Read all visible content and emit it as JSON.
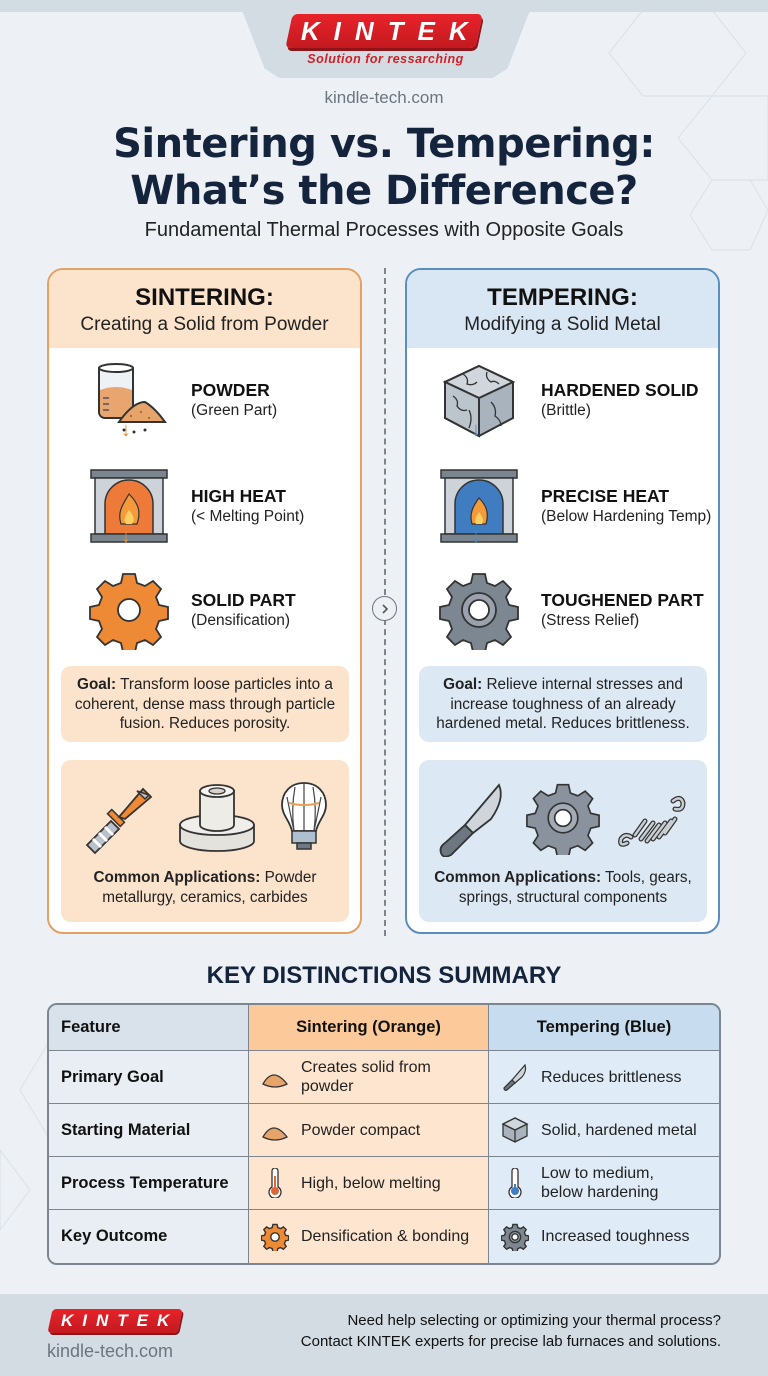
{
  "header": {
    "brand": "KINTEK",
    "tagline": "Solution for ressarching",
    "domain": "kindle-tech.com",
    "title_line1": "Sintering vs. Tempering:",
    "title_line2": "What’s the Difference?",
    "subtitle": "Fundamental Thermal Processes with Opposite Goals"
  },
  "colors": {
    "sintering_accent": "#e5a064",
    "tempering_accent": "#5a8fbd",
    "brand_red": "#d11f26",
    "title_navy": "#14243d"
  },
  "sintering": {
    "title": "SINTERING:",
    "subtitle": "Creating a Solid from Powder",
    "steps": [
      {
        "icon": "powder-beaker-icon",
        "label": "POWDER",
        "note": "(Green Part)"
      },
      {
        "icon": "furnace-icon",
        "label": "HIGH HEAT",
        "note": "(< Melting Point)"
      },
      {
        "icon": "gear-icon",
        "label": "SOLID PART",
        "note": "(Densification)"
      }
    ],
    "goal_label": "Goal:",
    "goal_text": " Transform loose particles into a coherent, dense mass through particle fusion. Reduces porosity.",
    "apps_icons": [
      "drill-bit-icon",
      "ceramic-bushing-icon",
      "light-bulb-icon"
    ],
    "apps_label": "Common Applications:",
    "apps_text": " Powder metallurgy, ceramics, carbides"
  },
  "tempering": {
    "title": "TEMPERING:",
    "subtitle": "Modifying a Solid Metal",
    "steps": [
      {
        "icon": "cracked-cube-icon",
        "label": "HARDENED SOLID",
        "note": "(Brittle)"
      },
      {
        "icon": "furnace-icon",
        "label": "PRECISE HEAT",
        "note": "(Below Hardening Temp)"
      },
      {
        "icon": "gear-icon",
        "label": "TOUGHENED PART",
        "note": "(Stress Relief)"
      }
    ],
    "goal_label": "Goal:",
    "goal_text": " Relieve internal stresses and increase toughness of an already hardened metal. Reduces brittleness.",
    "apps_icons": [
      "knife-icon",
      "gear-icon",
      "spring-icon"
    ],
    "apps_label": "Common Applications:",
    "apps_text": " Tools, gears, springs, structural components"
  },
  "summary": {
    "title": "KEY DISTINCTIONS SUMMARY",
    "headers": [
      "Feature",
      "Sintering (Orange)",
      "Tempering (Blue)"
    ],
    "rows": [
      {
        "feature": "Primary Goal",
        "sintering": "Creates solid from powder",
        "sintering_icon": "powder-pile-icon",
        "tempering": "Reduces brittleness",
        "tempering_icon": "knife-icon"
      },
      {
        "feature": "Starting Material",
        "sintering": "Powder compact",
        "sintering_icon": "powder-pile-icon",
        "tempering": "Solid, hardened metal",
        "tempering_icon": "cube-icon"
      },
      {
        "feature": "Process Temperature",
        "sintering": "High, below melting",
        "sintering_icon": "thermometer-hot-icon",
        "tempering": "Low to medium, below hardening",
        "tempering_icon": "thermometer-cool-icon"
      },
      {
        "feature": "Key Outcome",
        "sintering": "Densification & bonding",
        "sintering_icon": "gear-icon",
        "tempering": "Increased toughness",
        "tempering_icon": "gear-icon"
      }
    ]
  },
  "footer": {
    "brand": "KINTEK",
    "domain": "kindle-tech.com",
    "cta_line1": "Need help selecting or optimizing your thermal process?",
    "cta_line2": "Contact KINTEK experts for precise lab furnaces and solutions."
  }
}
